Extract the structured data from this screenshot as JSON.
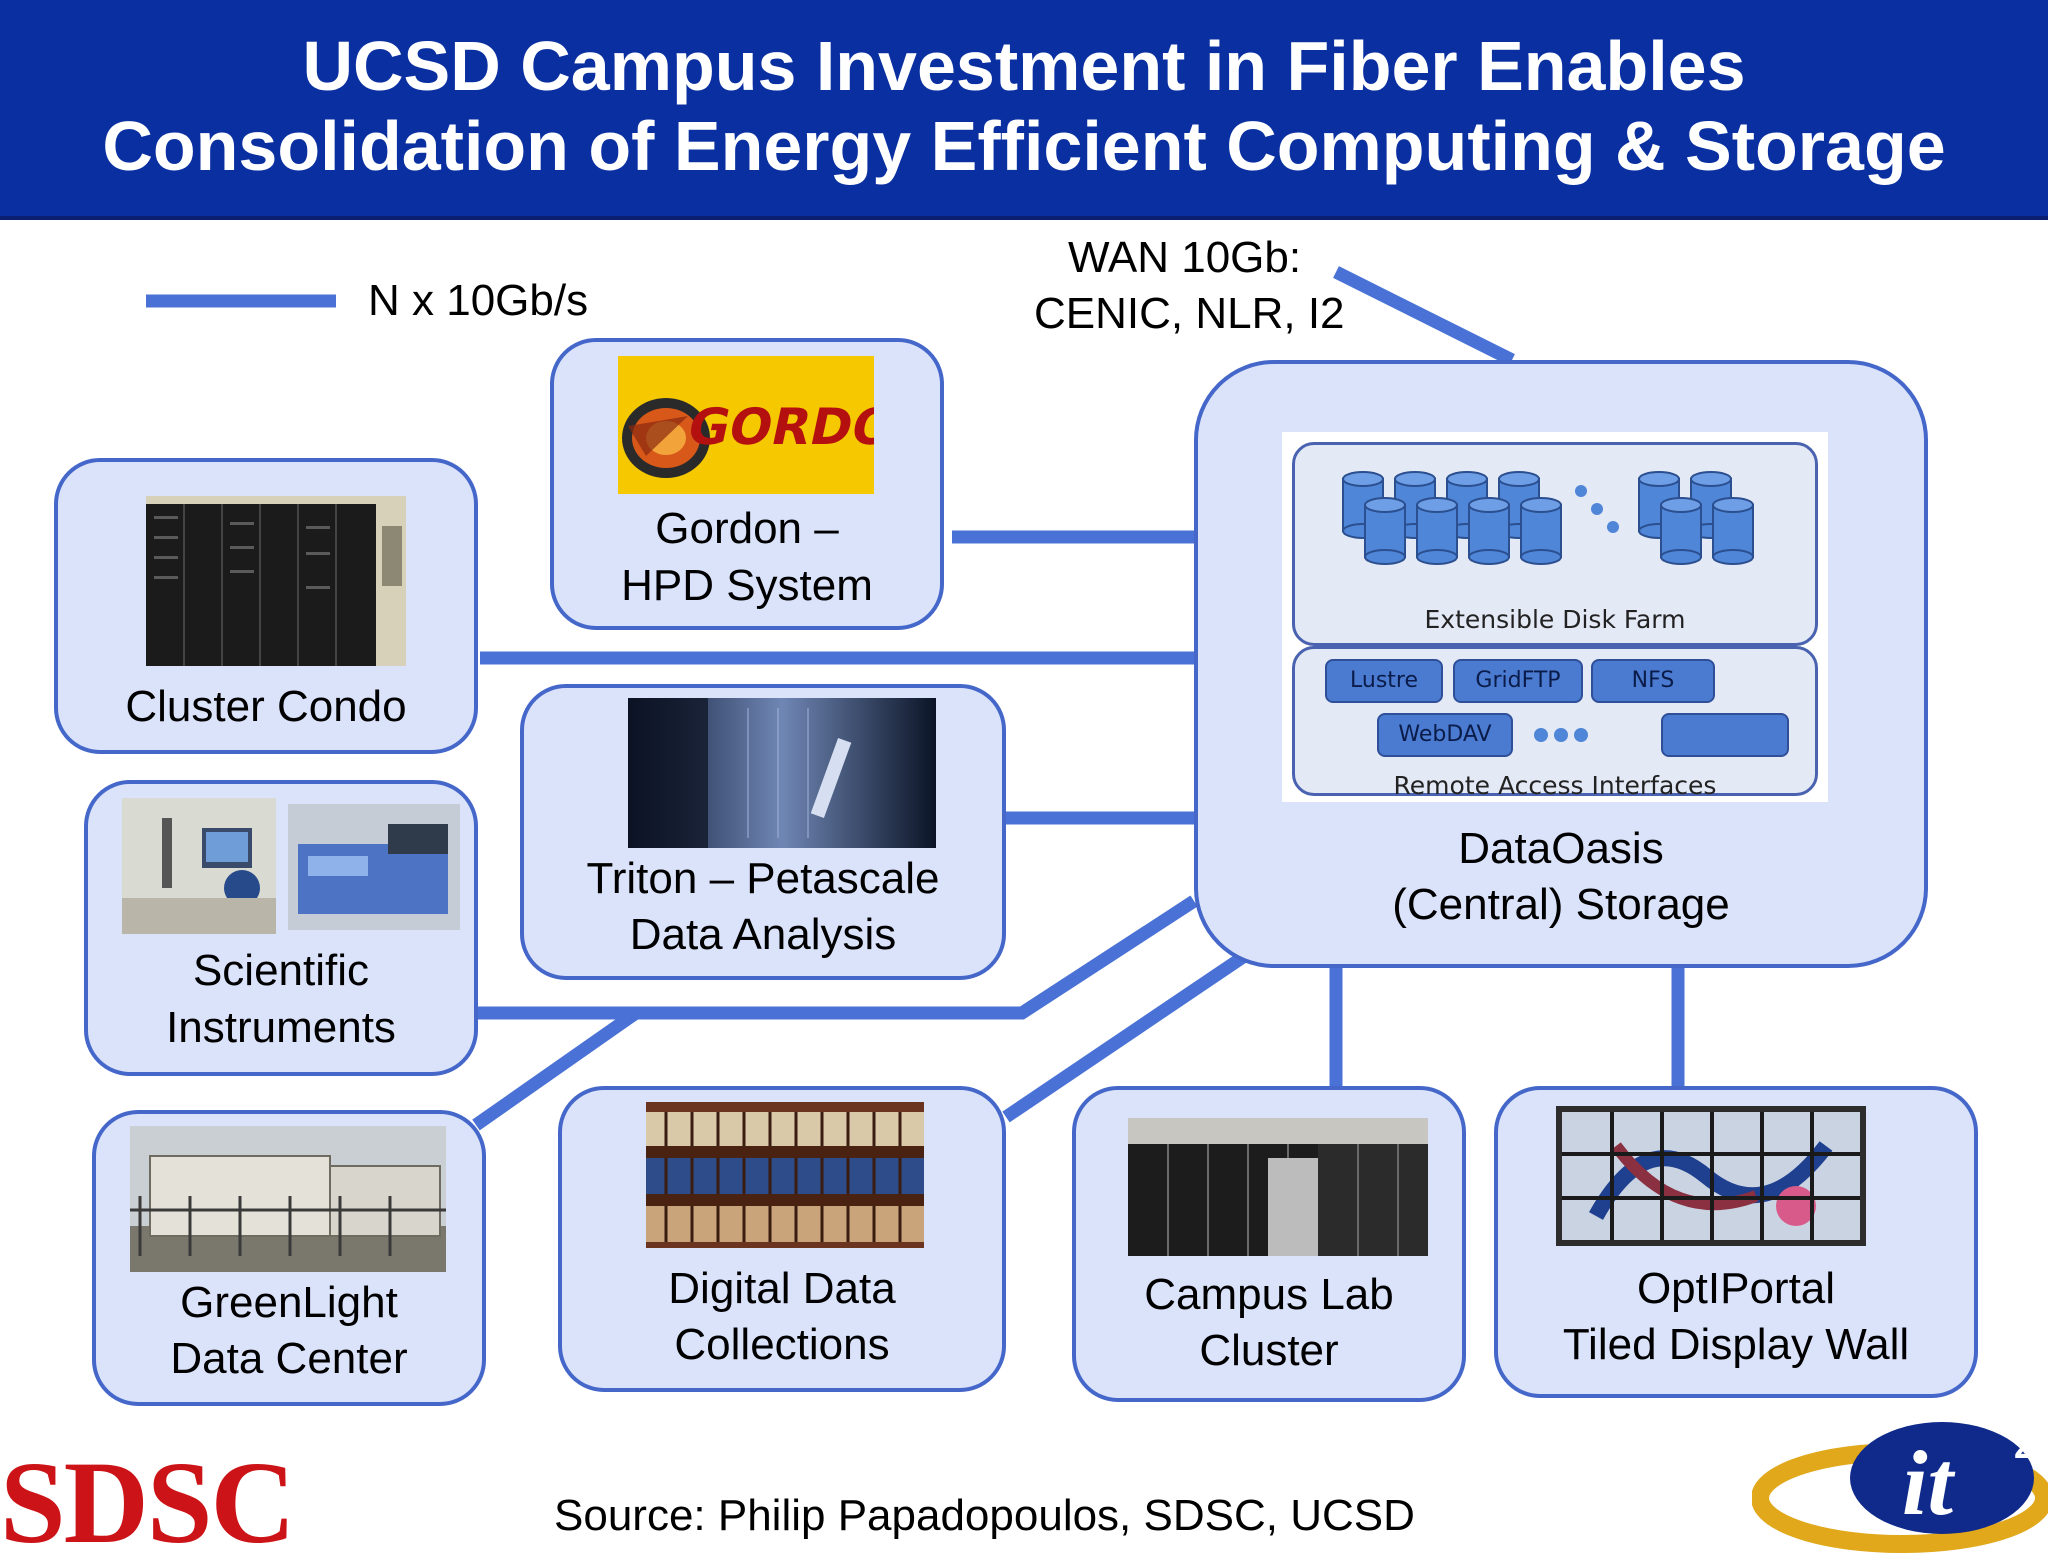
{
  "title": {
    "line1": "UCSD Campus Investment in Fiber Enables",
    "line2": "Consolidation of Energy Efficient Computing & Storage"
  },
  "legend": {
    "label": "N x 10Gb/s"
  },
  "wan": {
    "line1": "WAN 10Gb:",
    "line2": "CENIC, NLR, I2"
  },
  "nodes": {
    "gordon": {
      "line1": "Gordon –",
      "line2": "HPD System",
      "logo_text": "GORDON"
    },
    "cluster_condo": {
      "line1": "Cluster Condo"
    },
    "triton": {
      "line1": "Triton – Petascale",
      "line2": "Data Analysis"
    },
    "scientific": {
      "line1": "Scientific",
      "line2": "Instruments"
    },
    "greenlight": {
      "line1": "GreenLight",
      "line2": "Data Center"
    },
    "digital": {
      "line1": "Digital Data",
      "line2": "Collections"
    },
    "campus_lab": {
      "line1": "Campus Lab",
      "line2": "Cluster"
    },
    "optiportal": {
      "line1": "OptIPortal",
      "line2": "Tiled Display Wall"
    },
    "dataoasis": {
      "line1": "DataOasis",
      "line2": "(Central) Storage",
      "disk_farm_label": "Extensible Disk Farm",
      "interfaces": [
        "Lustre",
        "GridFTP",
        "NFS",
        "WebDAV"
      ],
      "remote_label": "Remote Access Interfaces"
    }
  },
  "source": "Source:  Philip Papadopoulos, SDSC, UCSD",
  "logos": {
    "sdsc": "SDSC",
    "it2": "it"
  },
  "colors": {
    "title_bg": "#0a2fa0",
    "node_fill": "#dbe3fb",
    "node_border": "#4467c9",
    "link": "#4a72d6"
  }
}
